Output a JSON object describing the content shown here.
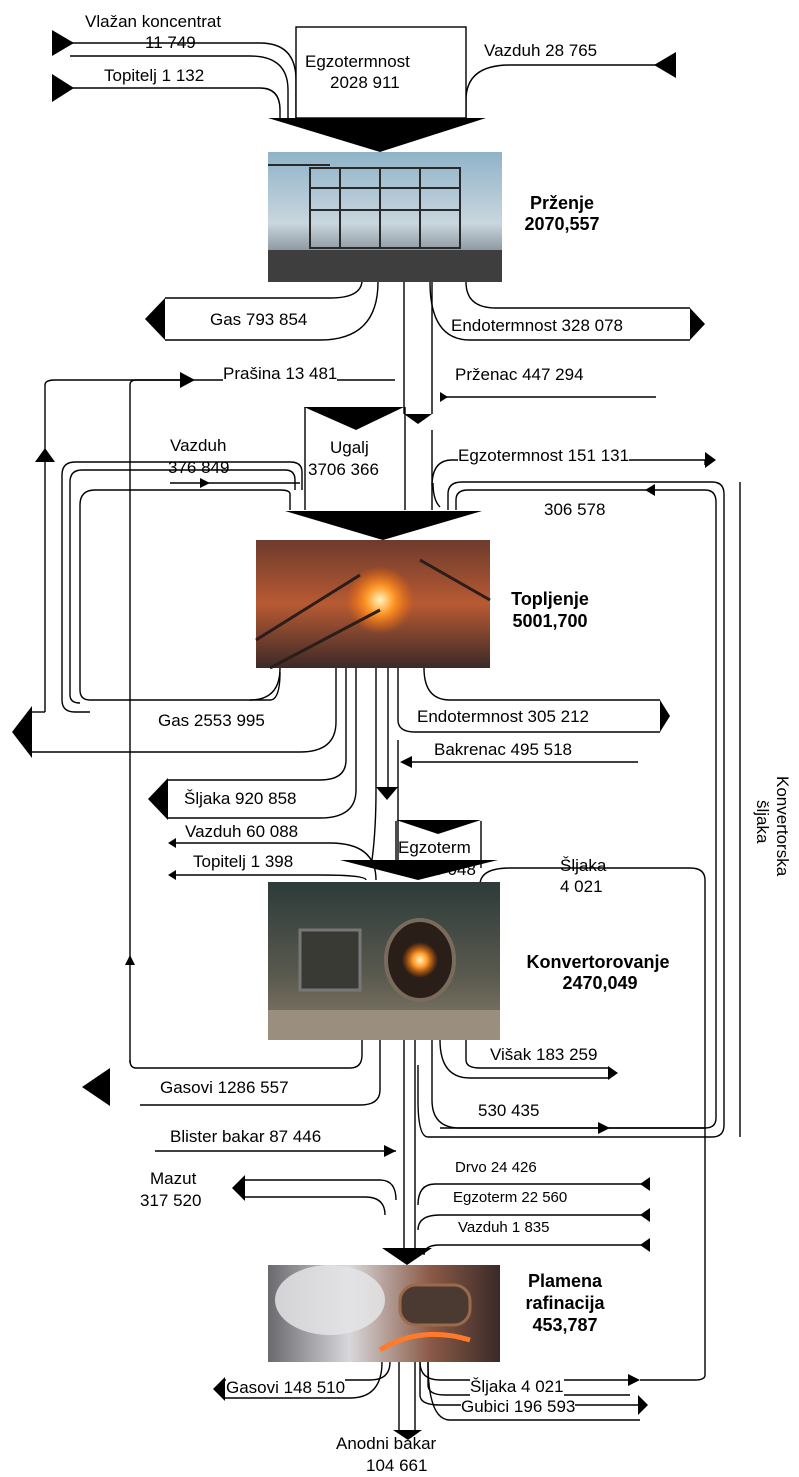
{
  "stages": {
    "przenje": {
      "name": "Prženje",
      "value": "2070,557"
    },
    "topljenje": {
      "name": "Topljenje",
      "value": "5001,700"
    },
    "konvertorovanje": {
      "name": "Konvertorovanje",
      "value": "2470,049"
    },
    "rafinacija": {
      "name_line1": "Plamena",
      "name_line2": "rafinacija",
      "value": "453,787"
    }
  },
  "flows": {
    "vlazan_koncentrat": {
      "line1": "Vlažan koncentrat",
      "line2": "11 749"
    },
    "topitelj1": "Topitelj 1 132",
    "egzotermnost1": {
      "line1": "Egzotermnost",
      "line2": "2028 911"
    },
    "vazduh1": "Vazduh 28 765",
    "gas1": "Gas 793 854",
    "endotermnost1": "Endotermnost 328 078",
    "prasina": "Prašina 13 481",
    "przenac": "Prženac 447 294",
    "vazduh2": {
      "line1": "Vazduh",
      "line2": "376 849"
    },
    "ugalj": {
      "line1": "Ugalj",
      "line2": "3706 366"
    },
    "egzotermnost2": "Egzotermnost 151 131",
    "konv_sljaka_val": "306 578",
    "gas2": "Gas 2553 995",
    "endotermnost2": "Endotermnost 305 212",
    "bakrenac": "Bakrenac 495 518",
    "sljaka1": "Šljaka 920 858",
    "vazduh3": "Vazduh 60 088",
    "topitelj2": "Topitelj 1 398",
    "egzoterm3": {
      "line1": "Egzoterm",
      "line2": "1710 048"
    },
    "sljaka2": {
      "line1": "Šljaka",
      "line2": "4 021"
    },
    "visak": "Višak 183 259",
    "gasovi1": "Gasovi 1286 557",
    "val_530": "530 435",
    "blister": "Blister bakar 87 446",
    "drvo": "Drvo 24 426",
    "mazut": {
      "line1": "Mazut",
      "line2": "317 520"
    },
    "egzoterm4": "Egzoterm 22 560",
    "vazduh4": "Vazduh 1 835",
    "gasovi2": "Gasovi 148 510",
    "sljaka3": "Šljaka 4 021",
    "gubici": "Gubici 196 593",
    "anodni": {
      "line1": "Anodni bakar",
      "line2": "104 661"
    },
    "konvertorska": {
      "line1": "Konvertorska",
      "line2": "šljaka"
    }
  }
}
